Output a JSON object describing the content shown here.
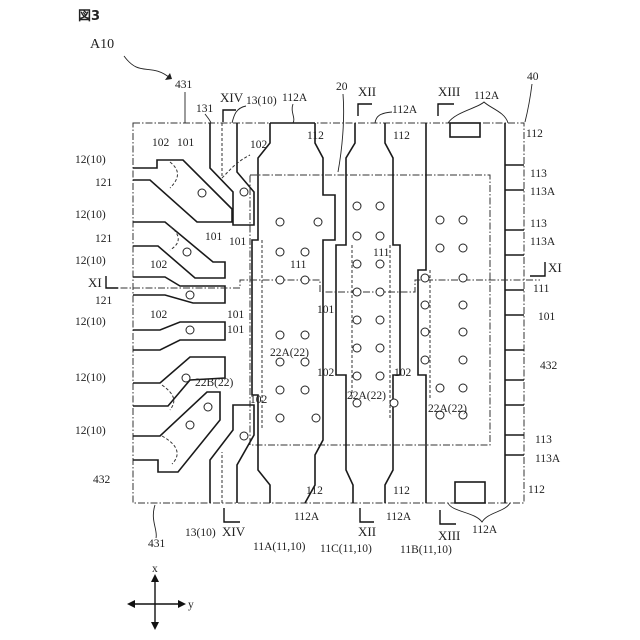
{
  "figure": {
    "title": "図3",
    "assembly_label": "A10",
    "colors": {
      "ink": "#1a1a1a",
      "background": "#ffffff"
    }
  },
  "labels": {
    "top_431": "431",
    "bottom_431": "431",
    "left_432": "432",
    "right_432": "432",
    "l131": "131",
    "l13_top": "13(10)",
    "l13_bottom": "13(10)",
    "l20": "20",
    "l40": "40",
    "l112A_1": "112A",
    "l112A_2": "112A",
    "l112A_3": "112A",
    "l112A_b1": "112A",
    "l112A_b2": "112A",
    "l112A_b3": "112A",
    "l112": "112",
    "l113": "113",
    "l113A": "113A",
    "l111": "111",
    "l101": "101",
    "l102": "102",
    "l121": "121",
    "l12_10": "12(10)",
    "l22A": "22A(22)",
    "l22B": "22B(22)",
    "l11A": "11A(11,10)",
    "l11B": "11B(11,10)",
    "l11C": "11C(11,10)"
  },
  "sections": {
    "xii": "XII",
    "xiii": "XIII",
    "xiv": "XIV",
    "xi": "XI"
  },
  "axes": {
    "x": "x",
    "y": "y"
  }
}
